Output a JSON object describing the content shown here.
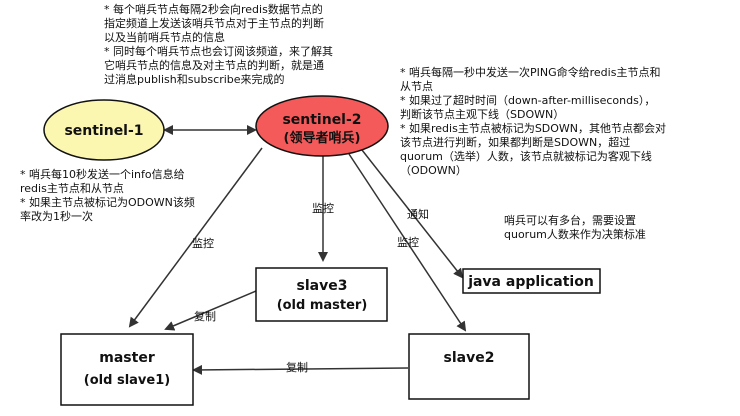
{
  "nodes": {
    "sentinel1": {
      "label": "sentinel-1"
    },
    "sentinel2": {
      "label": "sentinel-2",
      "sub": "(领导者哨兵)"
    },
    "slave3": {
      "label": "slave3",
      "sub": "(old master)"
    },
    "java_app": {
      "label": "java application"
    },
    "master": {
      "label": "master",
      "sub": "(old slave1)"
    },
    "slave2": {
      "label": "slave2"
    }
  },
  "edge_labels": {
    "monitor_slave3": "监控",
    "monitor_master": "监控",
    "monitor_slave2": "监控",
    "notify_java": "通知",
    "replicate_slave3_master": "复制",
    "replicate_slave2_master": "复制"
  },
  "notes": {
    "top": [
      "* 每个哨兵节点每隔2秒会向redis数据节点的",
      "指定频道上发送该哨兵节点对于主节点的判断",
      "以及当前哨兵节点的信息",
      "* 同时每个哨兵节点也会订阅该频道，来了解其",
      "它哨兵节点的信息及对主节点的判断，就是通",
      "过消息publish和subscribe来完成的"
    ],
    "right": [
      "* 哨兵每隔一秒中发送一次PING命令给redis主节点和",
      "从节点",
      "* 如果过了超时时间（down-after-milliseconds），",
      "判断该节点主观下线（SDOWN）",
      "* 如果redis主节点被标记为SDOWN，其他节点都会对",
      "该节点进行判断，如果都判断是SDOWN，超过",
      "quorum（选举）人数，该节点就被标记为客观下线",
      "（ODOWN）"
    ],
    "left": [
      "* 哨兵每10秒发送一个info信息给",
      "redis主节点和从节点",
      "* 如果主节点被标记为ODOWN该频",
      "率改为1秒一次"
    ],
    "quorum": [
      "哨兵可以有多台，需要设置",
      "quorum人数来作为决策标准"
    ]
  },
  "colors": {
    "sentinel1_fill": "#fbf7b1",
    "sentinel2_fill": "#f45a5a",
    "line": "#333333",
    "box_stroke": "#111111"
  }
}
